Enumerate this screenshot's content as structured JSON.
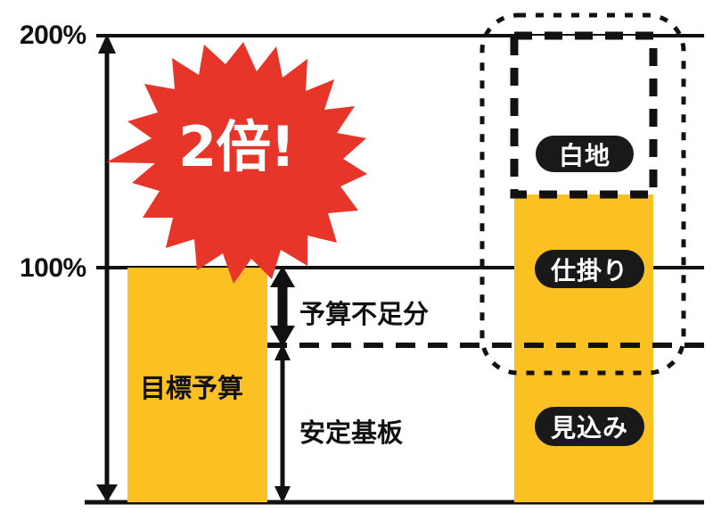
{
  "chart_data": {
    "type": "bar",
    "title": "",
    "xlabel": "",
    "ylabel": "",
    "ylim": [
      0,
      200
    ],
    "axis_ticks": [
      "100%",
      "200%"
    ],
    "grid": false,
    "legend": "none",
    "categories": [
      "目標予算",
      "見込み・仕掛り・白地"
    ],
    "series": [
      {
        "name": "目標予算",
        "values": [
          100,
          0
        ],
        "color": "#FBC123"
      },
      {
        "name": "見込み",
        "values": [
          0,
          70
        ],
        "color": "#FBC123"
      },
      {
        "name": "仕掛り",
        "values": [
          0,
          60
        ],
        "color": "#FBC123"
      },
      {
        "name": "白地",
        "values": [
          0,
          70
        ],
        "color": "#FFFFFF"
      }
    ],
    "annotations": [
      {
        "label": "2倍!",
        "kind": "starburst",
        "color": "#E8352A"
      },
      {
        "label": "予算不足分",
        "kind": "measure-arrow",
        "from": 70,
        "to": 100
      },
      {
        "label": "安定基板",
        "kind": "measure-arrow",
        "from": 0,
        "to": 70
      },
      {
        "label": "目標予算",
        "kind": "bar-inline"
      },
      {
        "label": "白地",
        "kind": "pill"
      },
      {
        "label": "仕掛り",
        "kind": "pill"
      },
      {
        "label": "見込み",
        "kind": "pill"
      }
    ]
  },
  "axis": {
    "tick_200": "200%",
    "tick_100": "100%"
  },
  "burst": {
    "text": "2倍!",
    "color": "#E8352A"
  },
  "left_bar": {
    "label": "目標予算",
    "color": "#FBC123"
  },
  "annotations": {
    "shortfall": "予算不足分",
    "stable_base": "安定基板"
  },
  "right_bar": {
    "segments": [
      {
        "label": "白地",
        "fill": "#FFFFFF"
      },
      {
        "label": "仕掛り",
        "fill": "#FBC123"
      },
      {
        "label": "見込み",
        "fill": "#FBC123"
      }
    ]
  },
  "colors": {
    "yellow": "#FBC123",
    "red": "#E8352A",
    "ink": "#111111",
    "pill": "#191919"
  }
}
